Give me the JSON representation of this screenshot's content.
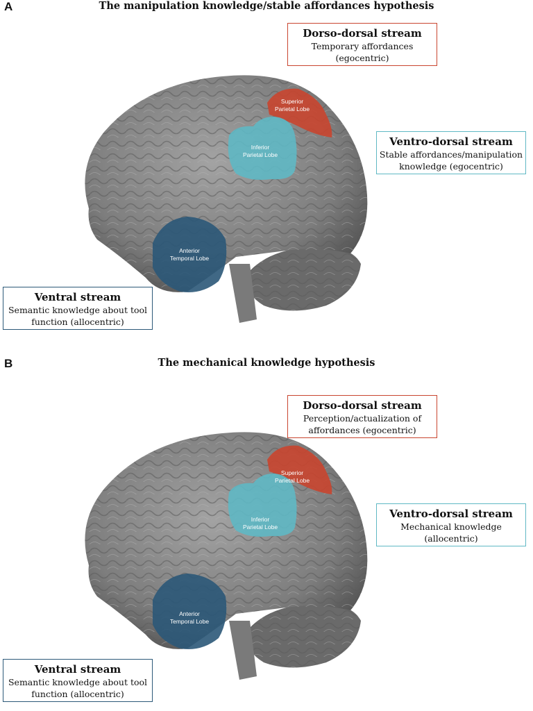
{
  "panels": [
    {
      "letter": "A",
      "title": "The manipulation knowledge/stable affordances hypothesis",
      "dorso_dorsal": {
        "title": "Dorso-dorsal stream",
        "desc1": "Temporary affordances",
        "desc2": "(egocentric)"
      },
      "ventro_dorsal": {
        "title": "Ventro-dorsal stream",
        "desc1": "Stable affordances/manipulation",
        "desc2": "knowledge (egocentric)"
      },
      "ventral": {
        "title": "Ventral stream",
        "desc1": "Semantic knowledge about tool",
        "desc2": "function (allocentric)"
      },
      "regions": {
        "spl": [
          "Superior",
          "Parietal Lobe"
        ],
        "ipl": [
          "Inferior",
          "Parietal Lobe"
        ],
        "atl": [
          "Anterior",
          "Temporal Lobe"
        ]
      }
    },
    {
      "letter": "B",
      "title": "The mechanical knowledge hypothesis",
      "dorso_dorsal": {
        "title": "Dorso-dorsal stream",
        "desc1": "Perception/actualization of",
        "desc2": "affordances (egocentric)"
      },
      "ventro_dorsal": {
        "title": "Ventro-dorsal stream",
        "desc1": "Mechanical knowledge",
        "desc2": "(allocentric)"
      },
      "ventral": {
        "title": "Ventral stream",
        "desc1": "Semantic knowledge about tool",
        "desc2": "function (allocentric)"
      },
      "regions": {
        "spl": [
          "Superior",
          "Parietal Lobe"
        ],
        "ipl": [
          "Inferior",
          "Parietal Lobe"
        ],
        "atl": [
          "Anterior",
          "Temporal Lobe"
        ]
      }
    }
  ],
  "colors": {
    "dorso_dorsal": "#c9452f",
    "ventro_dorsal": "#5fb8c4",
    "ventral": "#2b5878",
    "brain": "#8a8a8a"
  }
}
